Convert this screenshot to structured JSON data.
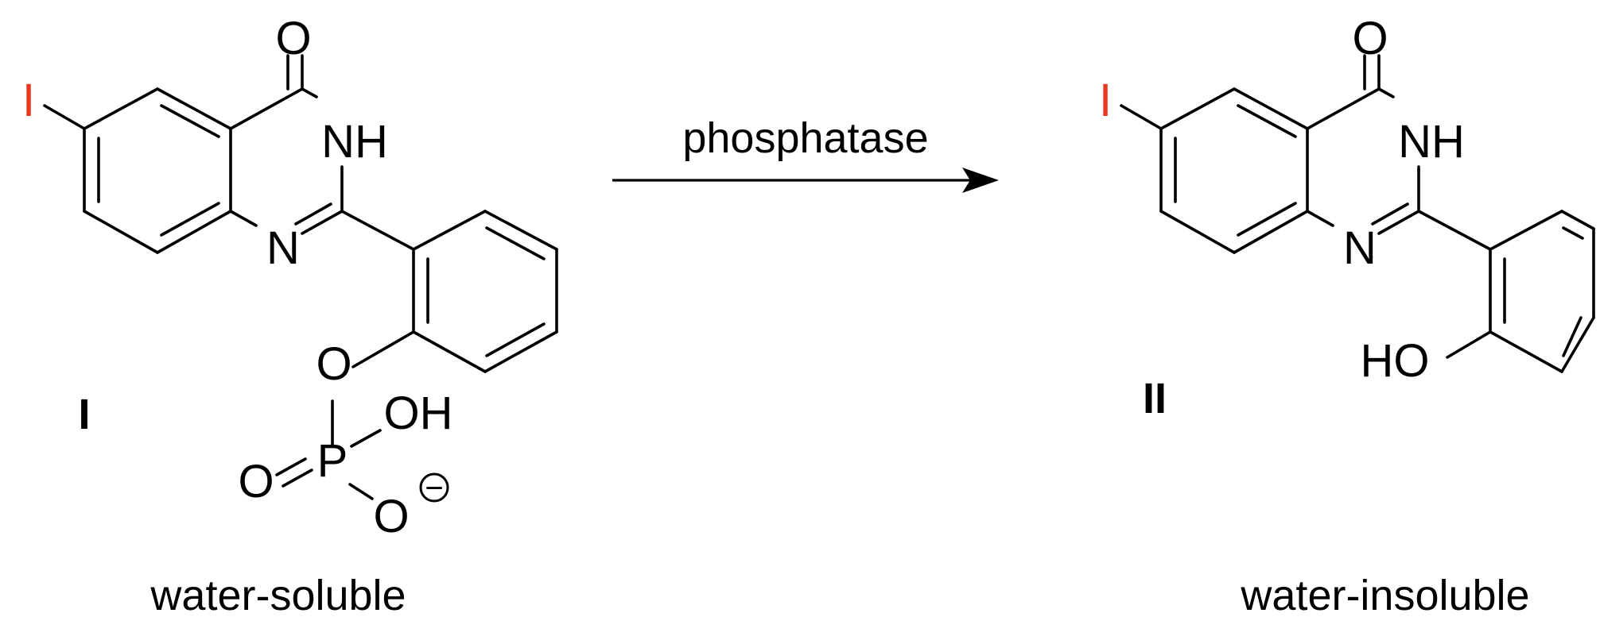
{
  "reaction": {
    "reagent": "phosphatase",
    "colors": {
      "iodine": "#e8381f",
      "default": "#000000"
    }
  },
  "reactant": {
    "label": "I",
    "caption": "water-soluble",
    "atoms": {
      "carbonyl_o": "O",
      "amide_nh": "NH",
      "ring_n": "N",
      "iodine": "I",
      "ether_o": "O",
      "phosphorus": "P",
      "hydroxyl": "OH",
      "oxo_o": "O",
      "anionic_o": "O",
      "charge": "−"
    }
  },
  "product": {
    "label": "II",
    "caption": "water-insoluble",
    "atoms": {
      "carbonyl_o": "O",
      "amide_nh": "NH",
      "ring_n": "N",
      "iodine": "I",
      "hydroxyl": "HO"
    }
  }
}
